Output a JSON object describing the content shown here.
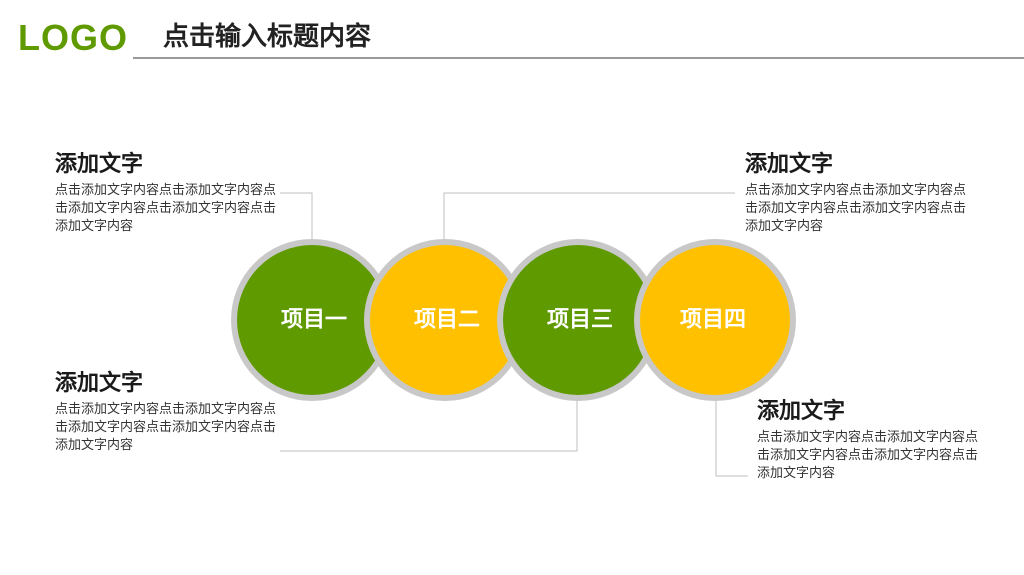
{
  "header": {
    "logo": "LOGO",
    "title": "点击输入标题内容"
  },
  "colors": {
    "green": "#5f9a00",
    "yellow": "#ffc000",
    "ring": "#c8c8c8",
    "line": "#bfbfbf"
  },
  "circles": [
    {
      "label": "项目一",
      "color": "green"
    },
    {
      "label": "项目二",
      "color": "yellow"
    },
    {
      "label": "项目三",
      "color": "green"
    },
    {
      "label": "项目四",
      "color": "yellow"
    }
  ],
  "text_blocks": [
    {
      "heading": "添加文字",
      "body": "点击添加文字内容点击添加文字内容点击添加文字内容点击添加文字内容点击添加文字内容"
    },
    {
      "heading": "添加文字",
      "body": "点击添加文字内容点击添加文字内容点击添加文字内容点击添加文字内容点击添加文字内容"
    },
    {
      "heading": "添加文字",
      "body": "点击添加文字内容点击添加文字内容点击添加文字内容点击添加文字内容点击添加文字内容"
    },
    {
      "heading": "添加文字",
      "body": "点击添加文字内容点击添加文字内容点击添加文字内容点击添加文字内容点击添加文字内容"
    }
  ]
}
